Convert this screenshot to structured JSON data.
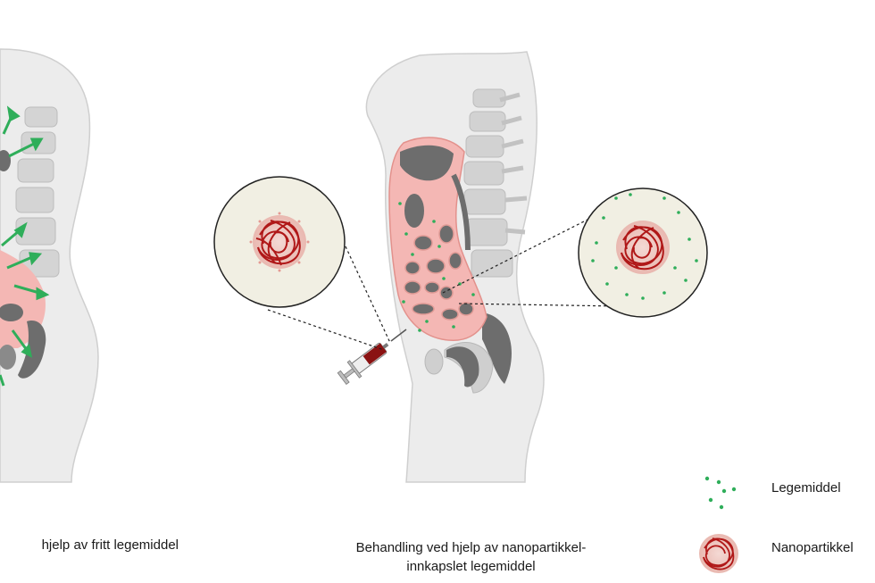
{
  "captions": {
    "left": "hjelp av fritt legemiddel",
    "right_line1": "Behandling ved hjelp av nanopartikkel-",
    "right_line2": "innkapslet legemiddel"
  },
  "legend": {
    "drug_label": "Legemiddel",
    "nanoparticle_label": "Nanopartikkel"
  },
  "colors": {
    "body": "#ececec",
    "body_outline": "#cfcfcf",
    "spine": "#d2d2d2",
    "organ_gray": "#6d6d6d",
    "peritoneum": "#f4b7b4",
    "nanoparticle": "#b01818",
    "drug": "#2fae5a",
    "zoom_fill": "#f1efe3"
  }
}
